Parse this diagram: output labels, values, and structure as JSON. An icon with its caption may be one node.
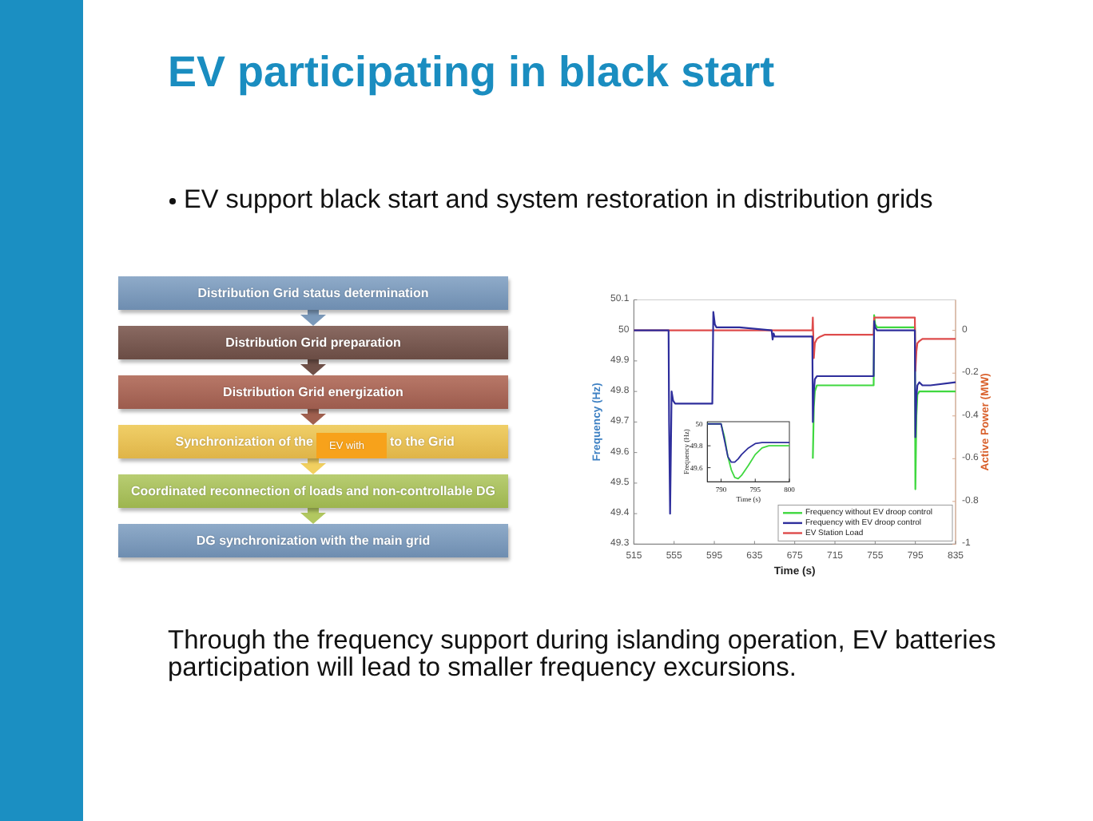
{
  "diagram": {
    "title": "EV participating in black start",
    "nodes": [
      {
        "text": [
          "Distribution Grid status determination"
        ]
      },
      {
        "text": [
          "Distribution Grid preparation"
        ]
      },
      {
        "text": [
          "Distribution Grid energization"
        ]
      },
      {
        "text": [
          "Synchronization of the",
          "to the Grid"
        ]
      },
      {
        "text": [
          "EV with"
        ],
        "in": 3
      },
      {
        "text": [
          "Coordinated reconnection of loads and non-controllable DG"
        ]
      },
      {
        "text": [
          "DG synchronization with the main grid"
        ]
      },
      {
        "text": [],
        "shape": "bar"
      }
    ],
    "edges": [
      {
        "from": 0,
        "to": 1,
        "arrow": "to",
        "color": "#7b99ba"
      },
      {
        "from": 1,
        "to": 2,
        "arrow": "to",
        "color": "#6f5048"
      },
      {
        "from": 2,
        "to": 3,
        "arrow": "to",
        "color": "#a0604f"
      },
      {
        "from": 3,
        "to": 5,
        "arrow": "to",
        "color": "#f2d060"
      },
      {
        "from": 5,
        "to": 6,
        "arrow": "to",
        "color": "#b2c860"
      }
    ],
    "labels": [
      "EV support black start and system restoration in distribution grids",
      "Through the frequency support during islanding operation, EV batteries participation will lead to smaller frequency excursions."
    ],
    "chart_data": [
      {
        "type": "line",
        "xlabel": "Time (s)",
        "ylabel": "Frequency (Hz)",
        "y2label": "Active Power (MW)",
        "x": [
          515,
          549.5,
          550,
          551,
          552.5,
          554,
          556,
          593,
          594,
          595.5,
          597,
          620,
          652,
          653,
          654,
          655,
          692.5,
          693,
          694,
          695,
          697,
          700,
          705,
          753.5,
          754,
          755,
          757,
          794.5,
          795,
          796,
          797,
          799,
          802,
          810,
          835
        ],
        "series": [
          {
            "name": "Frequency without EV droop control",
            "color": "#3fd83f",
            "values": [
              null,
              null,
              null,
              null,
              null,
              null,
              null,
              null,
              null,
              null,
              null,
              null,
              null,
              null,
              null,
              null,
              null,
              49.58,
              49.75,
              49.8,
              49.82,
              49.82,
              49.82,
              49.82,
              50.05,
              50.02,
              50.01,
              50.01,
              49.48,
              49.72,
              49.79,
              49.8,
              49.8,
              49.8,
              49.8
            ]
          },
          {
            "name": "Frequency with EV droop control",
            "color": "#2e2e9c",
            "values": [
              50,
              50,
              49.7,
              49.4,
              49.8,
              49.77,
              49.76,
              49.76,
              50.06,
              50.02,
              50.01,
              50.01,
              50,
              49.97,
              49.99,
              49.98,
              49.98,
              49.7,
              49.8,
              49.84,
              49.85,
              49.85,
              49.85,
              49.85,
              50.03,
              50.01,
              50,
              50,
              49.65,
              49.78,
              49.82,
              49.83,
              49.82,
              49.82,
              49.83
            ]
          },
          {
            "name": "EV Station Load",
            "color": "#de4b4b",
            "axis": "y2",
            "values": [
              0,
              0,
              0,
              0,
              0,
              0,
              0,
              0,
              0,
              0,
              0,
              0,
              0,
              0,
              0,
              0,
              0,
              0.06,
              -0.13,
              -0.06,
              -0.04,
              -0.03,
              -0.02,
              -0.02,
              0.06,
              0.06,
              0.06,
              0.06,
              -0.19,
              -0.1,
              -0.06,
              -0.05,
              -0.04,
              -0.04,
              -0.04
            ]
          }
        ],
        "xlim": [
          515,
          835
        ],
        "ylim": [
          49.3,
          50.1
        ],
        "y2lim": [
          -1,
          0.143
        ],
        "xticks": [
          515,
          555,
          595,
          635,
          675,
          715,
          755,
          795,
          835
        ],
        "yticks": [
          49.3,
          49.4,
          49.5,
          49.6,
          49.7,
          49.8,
          49.9,
          50,
          50.1
        ],
        "y2ticks": [
          -1,
          -0.8,
          -0.6,
          -0.4,
          -0.2,
          0
        ],
        "legend": "lower right"
      },
      {
        "type": "line",
        "xlabel": "Time (s)",
        "ylabel": "Frequency (Hz)",
        "x": [
          788,
          790,
          790.5,
          791,
          791.5,
          792,
          792.5,
          793,
          794,
          795,
          796,
          797,
          800
        ],
        "series": [
          {
            "color": "#3fd83f",
            "values": [
              50,
              50,
              49.88,
              49.7,
              49.58,
              49.51,
              49.5,
              49.53,
              49.62,
              49.72,
              49.78,
              49.8,
              49.8
            ]
          },
          {
            "color": "#2e2e9c",
            "values": [
              50,
              50,
              49.85,
              49.7,
              49.65,
              49.65,
              49.68,
              49.72,
              49.78,
              49.82,
              49.83,
              49.83,
              49.83
            ]
          }
        ],
        "xlim": [
          788,
          800
        ],
        "ylim": [
          49.47,
          50.02
        ],
        "xticks": [
          790,
          795,
          800
        ],
        "yticks": [
          49.6,
          49.8,
          50
        ]
      }
    ]
  }
}
